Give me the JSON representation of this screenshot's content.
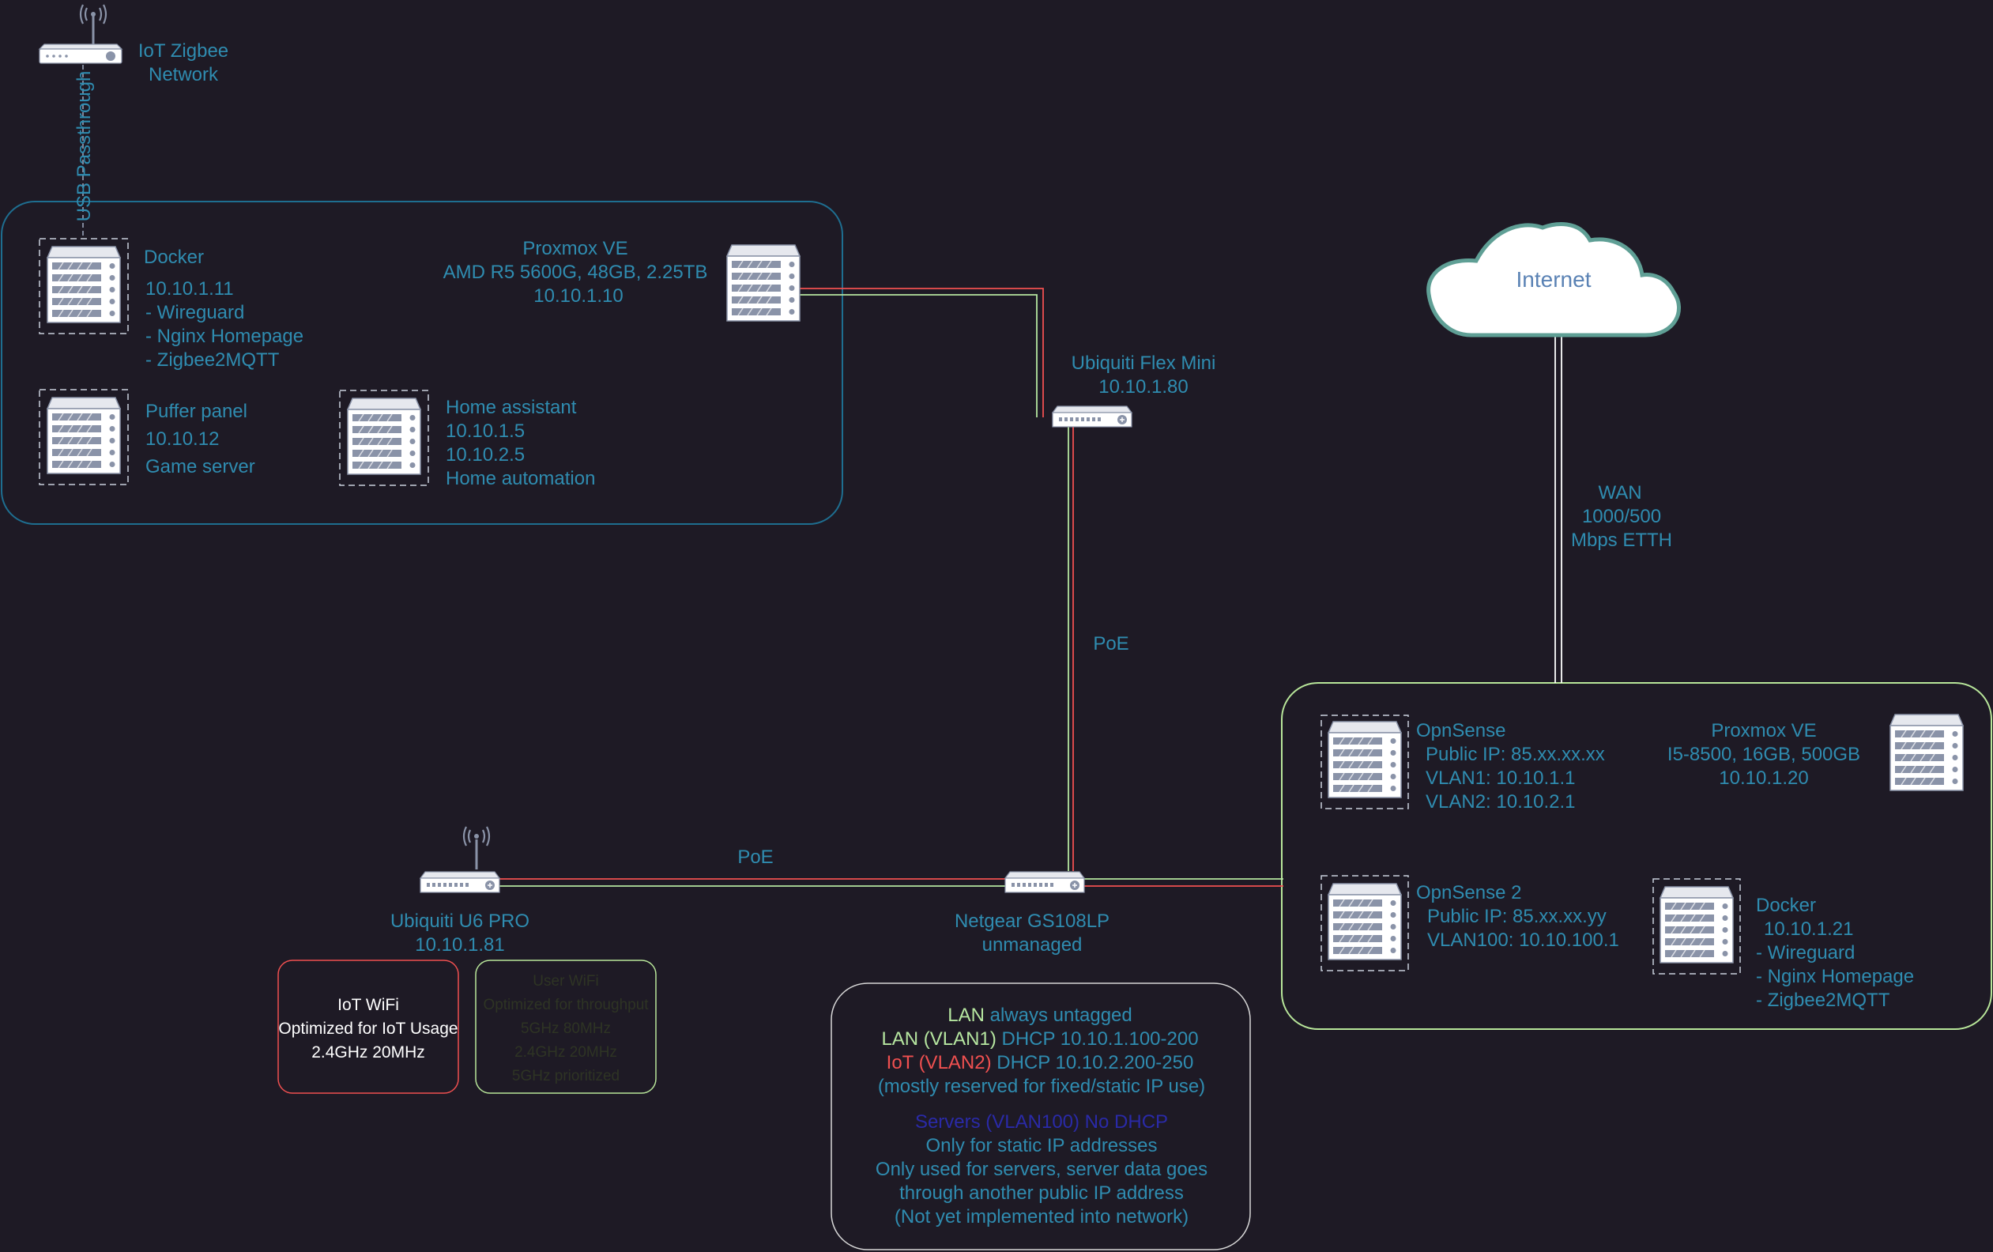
{
  "colors": {
    "background": "#1e1a25",
    "label": "#2f8cb0",
    "lan_green": "#b6e6a0",
    "iot_red": "#f05050",
    "servers_blue": "#2a2aa8",
    "group_blue": "#1e6e90",
    "group_green": "#b8e69a",
    "cloud_fill": "#ffffff",
    "cloud_stroke": "#5f9f95"
  },
  "zigbee": {
    "label_line1": "IoT Zigbee",
    "label_line2": "Network",
    "usb_label": "USB Passthrough",
    "icon": "wireless-bridge-icon"
  },
  "proxmox1": {
    "title": "Proxmox VE",
    "specs": "AMD R5 5600G, 48GB, 2.25TB",
    "ip": "10.10.1.10",
    "docker": {
      "name": "Docker",
      "ip": "10.10.1.11",
      "items": [
        "- Wireguard",
        "- Nginx Homepage",
        "- Zigbee2MQTT"
      ]
    },
    "puffer": {
      "name": "Puffer panel",
      "ip": "10.10.12",
      "role": "Game server"
    },
    "homeassistant": {
      "name": "Home assistant",
      "ip1": "10.10.1.5",
      "ip2": "10.10.2.5",
      "role": "Home automation"
    }
  },
  "flexmini": {
    "name": "Ubiquiti Flex Mini",
    "ip": "10.10.1.80",
    "icon": "switch-icon"
  },
  "poe_vertical": "PoE",
  "poe_horizontal": "PoE",
  "internet": {
    "label": "Internet",
    "icon": "cloud-icon"
  },
  "wan": {
    "line1": "WAN",
    "line2": "1000/500",
    "line3": "Mbps ETTH"
  },
  "netgear": {
    "name": "Netgear GS108LP",
    "note": "unmanaged",
    "icon": "switch-icon"
  },
  "u6pro": {
    "name": "Ubiquiti U6 PRO",
    "ip": "10.10.1.81",
    "icon": "access-point-icon"
  },
  "iot_wifi": {
    "line1": "IoT WiFi",
    "line2": "Optimized for IoT Usage",
    "line3": "2.4GHz 20MHz"
  },
  "user_wifi": {
    "line1": "User WiFi",
    "line2": "Optimized for throughput",
    "line3": "5GHz 80MHz",
    "line4": "2.4GHz 20MHz",
    "line5": "5GHz prioritized"
  },
  "legend": {
    "lan_label": "LAN",
    "lan_text": " always untagged",
    "vlan1_label": "LAN (VLAN1)",
    "vlan1_text": " DHCP 10.10.1.100-200",
    "vlan2_label": "IoT (VLAN2)",
    "vlan2_text": " DHCP 10.10.2.200-250",
    "reserved_note": "(mostly reserved for fixed/static IP use)",
    "servers_label": "Servers (VLAN100) No DHCP",
    "servers_line1": "Only for static IP addresses",
    "servers_line2": "Only used for servers, server data goes",
    "servers_line3": "through another public IP address",
    "servers_line4": "(Not yet implemented into network)"
  },
  "proxmox2": {
    "title": "Proxmox VE",
    "specs": "I5-8500, 16GB, 500GB",
    "ip": "10.10.1.20",
    "opnsense": {
      "name": "OpnSense",
      "public_ip": "Public IP: 85.xx.xx.xx",
      "vlan1": "VLAN1: 10.10.1.1",
      "vlan2": "VLAN2: 10.10.2.1"
    },
    "opnsense2": {
      "name": "OpnSense 2",
      "public_ip": "Public IP: 85.xx.xx.yy",
      "vlan100": "VLAN100: 10.10.100.1"
    },
    "docker": {
      "name": "Docker",
      "ip": "10.10.1.21",
      "items": [
        "- Wireguard",
        "- Nginx Homepage",
        "- Zigbee2MQTT"
      ]
    }
  }
}
